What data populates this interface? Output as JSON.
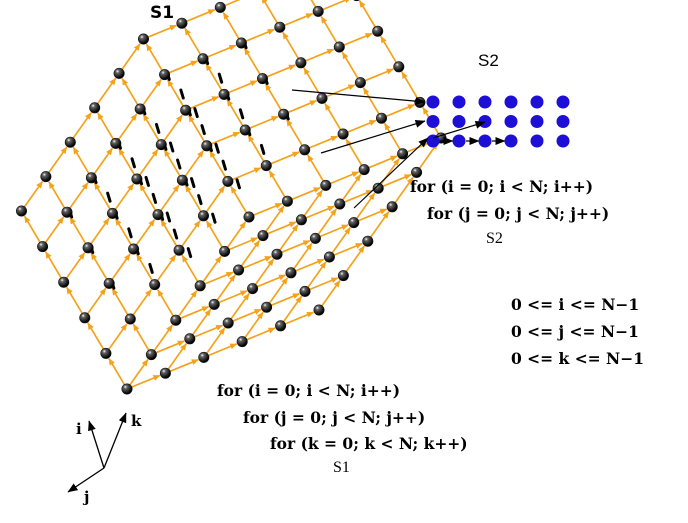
{
  "s1": {
    "title": "S1",
    "loops": [
      "for (i = 0; i < N; i++)",
      "for (j = 0; j < N; j++)",
      "for (k = 0; k < N; k++)"
    ],
    "caption": "S1",
    "grid_size": 6
  },
  "s2": {
    "title": "S2",
    "loops": [
      "for (i = 0; i < N; i++)",
      "for (j = 0; j < N; j++)"
    ],
    "caption": "S2",
    "rows": 3,
    "cols": 6
  },
  "bounds": [
    "0 <= i <= N−1",
    "0 <= j <= N−1",
    "0 <= k <= N−1"
  ],
  "axes": {
    "i": "i",
    "j": "j",
    "k": "k"
  },
  "colors": {
    "edge": "#f5a21b",
    "node": "#111111",
    "s2_node": "#1d0fd6",
    "arrow": "#000000"
  }
}
